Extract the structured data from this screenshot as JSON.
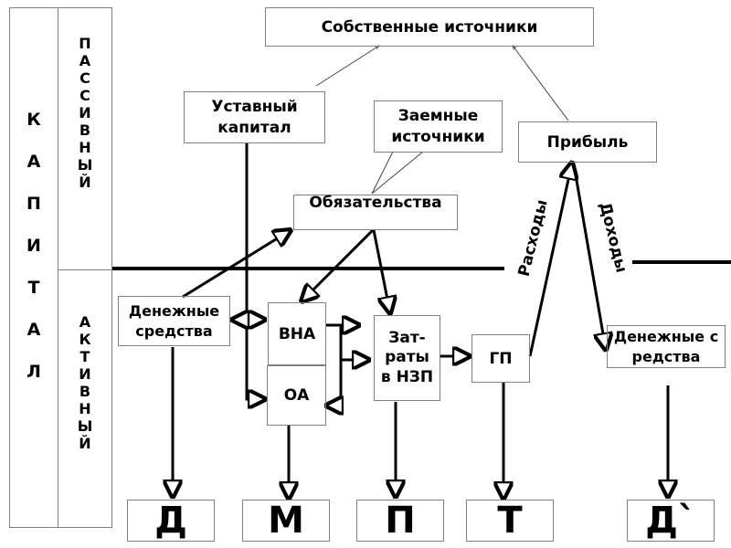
{
  "left_column": {
    "capital_letters": [
      "К",
      "А",
      "П",
      "И",
      "Т",
      "А",
      "Л"
    ],
    "passive_letters": [
      "П",
      "А",
      "С",
      "С",
      "И",
      "В",
      "Н",
      "Ы",
      "Й"
    ],
    "active_letters": [
      "А",
      "К",
      "Т",
      "И",
      "В",
      "Н",
      "Ы",
      "Й"
    ]
  },
  "nodes": {
    "own_sources": "Собственные источники",
    "charter_capital": "Уставный капитал",
    "borrowed_sources": "Заемные источники",
    "profit": "Прибыль",
    "liabilities": "Обязательства",
    "cash_start": "Денежные средства",
    "fixed_assets": "ВНА",
    "current_assets": "ОА",
    "wip_costs": "Зат-раты в НЗП",
    "finished_goods": "ГП",
    "cash_end": "Денежные средства"
  },
  "edge_labels": {
    "expenses": "Расходы",
    "income": "Доходы"
  },
  "formula": {
    "items": [
      "Д",
      "М",
      "П",
      "Т",
      "Д`"
    ]
  },
  "colors": {
    "line": "#000000",
    "box_border": "#808080",
    "background": "#ffffff"
  }
}
